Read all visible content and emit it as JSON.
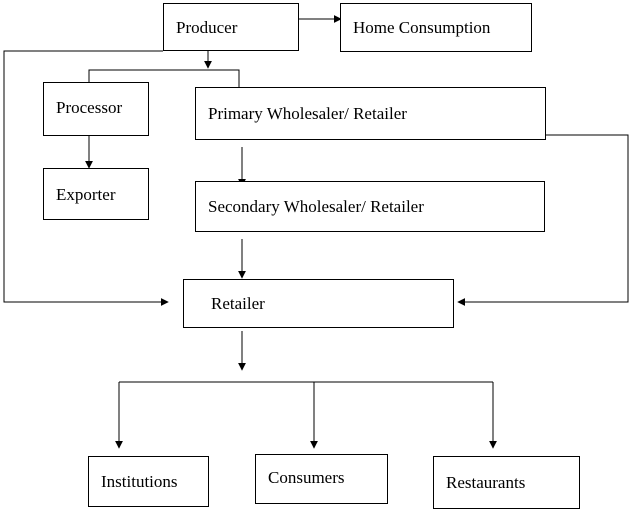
{
  "diagram": {
    "nodes": {
      "producer": "Producer",
      "home_consumption": "Home Consumption",
      "processor": "Processor",
      "primary_wholesaler": "Primary Wholesaler/ Retailer",
      "exporter": "Exporter",
      "secondary_wholesaler": "Secondary Wholesaler/ Retailer",
      "retailer": "Retailer",
      "institutions": "Institutions",
      "consumers": "Consumers",
      "restaurants": "Restaurants"
    },
    "line_color": "#000000",
    "box_border_color": "#000000",
    "background_color": "#ffffff"
  }
}
